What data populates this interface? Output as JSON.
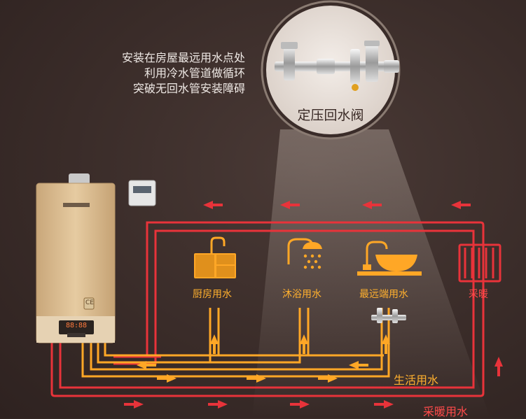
{
  "intro_lines": [
    "安装在房屋最远用水点处",
    "利用冷水管道做循环",
    "突破无回水管安装障碍"
  ],
  "valve_label": "定压回水阀",
  "fixtures": {
    "kitchen": "厨房用水",
    "shower": "沐浴用水",
    "far_end": "最远端用水",
    "heating": "采暖"
  },
  "loop_labels": {
    "domestic": "生活用水",
    "heating": "采暖用水"
  },
  "heater": {
    "badge": "CE",
    "display": "88:88"
  },
  "colors": {
    "domestic_pipe": "#ffa726",
    "heating_pipe": "#e8333a",
    "background": "#3a2c29"
  }
}
